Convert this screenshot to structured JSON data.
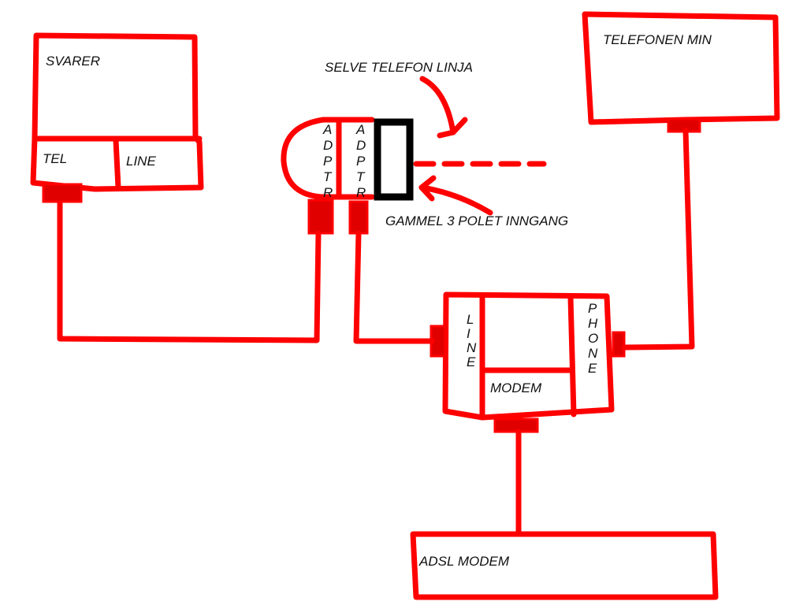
{
  "svarer": {
    "title": "SVARER",
    "port_tel": "TEL",
    "port_line": "LINE"
  },
  "telefon": {
    "title": "TELEFONEN MIN"
  },
  "adapter": {
    "left_label": "ADPTR",
    "right_label": "ADPTR"
  },
  "annotations": {
    "line_label": "SELVE TELEFON LINJA",
    "input_label": "GAMMEL 3 POLET INNGANG"
  },
  "modem": {
    "line_label": "LINE",
    "phone_label": "PHONE",
    "title": "MODEM"
  },
  "adsl": {
    "title": "ADSL MODEM"
  },
  "colors": {
    "line": "#ff0000",
    "jack": "#000000",
    "text": "#111111",
    "background": "#ffffff"
  }
}
